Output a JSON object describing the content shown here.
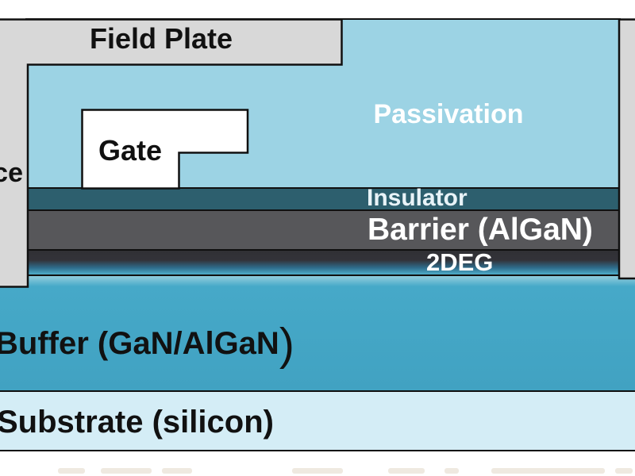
{
  "labels": {
    "field_plate": "Field Plate",
    "passivation": "Passivation",
    "gate": "Gate",
    "source": "Source",
    "insulator": "Insulator",
    "barrier": "Barrier (AlGaN)",
    "two_deg": "2DEG",
    "buffer_main": "Buffer (GaN/AlGaN",
    "buffer_paren": ")",
    "substrate": "Substrate (silicon)"
  },
  "colors": {
    "electrode_gray": "#d8d8d8",
    "passivation_blue": "#9cd3e4",
    "insulator_teal": "#2d5f6e",
    "barrier_gray": "#57575a",
    "twodeg_dark": "#343438",
    "buffer_blue": "#46a9c8",
    "substrate_blue": "#d4edf6",
    "outline": "#101010",
    "light_text": "#ffffff"
  }
}
